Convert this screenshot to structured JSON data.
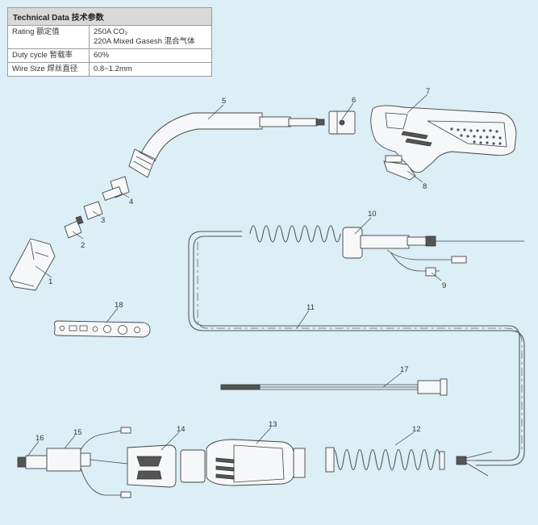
{
  "table": {
    "title": "Technical Data 技术参数",
    "rows": [
      {
        "label": "Rating 额定值",
        "value_line1": "250A CO₂",
        "value_line2": "220A Mixed Gasesh 混合气体"
      },
      {
        "label": "Duty cycle 暂载率",
        "value_line1": "60%"
      },
      {
        "label": "Wire Size 焊丝直径",
        "value_line1": "0.8~1.2mm"
      }
    ]
  },
  "callouts": [
    "1",
    "2",
    "3",
    "4",
    "5",
    "6",
    "7",
    "8",
    "9",
    "10",
    "11",
    "12",
    "13",
    "14",
    "15",
    "16",
    "17",
    "18"
  ],
  "colors": {
    "background": "#dceef6",
    "line": "#444444",
    "fill": "#f5f7f8"
  }
}
